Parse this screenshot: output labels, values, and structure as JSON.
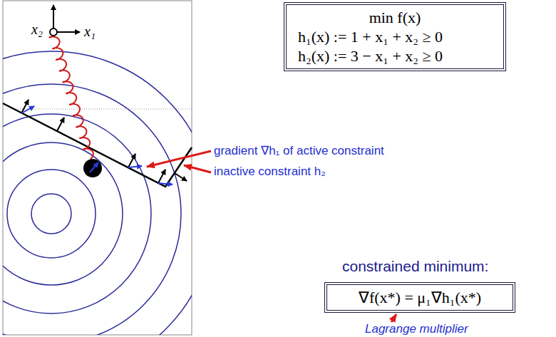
{
  "diagram": {
    "nodes": [
      {
        "text": [
          "min f(x)",
          "h₁(x) := 1 + x₁ + x₂ ≥ 0",
          "h₂(x) := 3 − x₁ + x₂ ≥ 0"
        ]
      },
      {
        "text": [
          "∇f(x*) = μ₁∇h₁(x*)"
        ]
      }
    ],
    "labels": [
      "x₂",
      "x₁",
      "gradient ∇h₁ of active constraint",
      "inactive constraint h₂",
      "constrained minimum:",
      "Lagrange multiplier"
    ]
  }
}
